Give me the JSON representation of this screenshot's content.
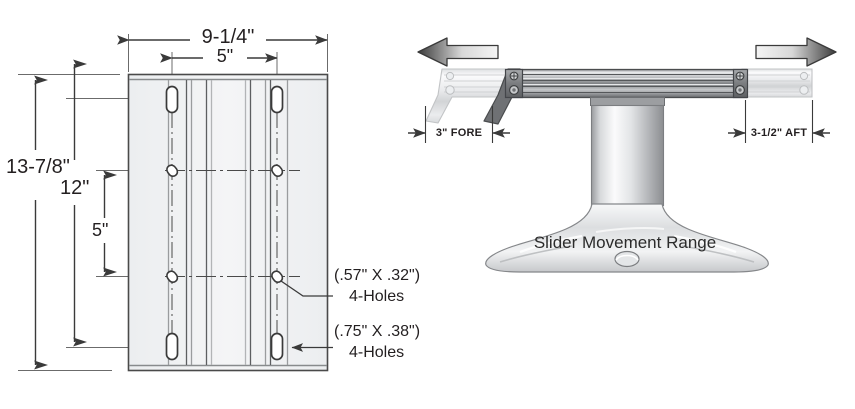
{
  "drawing": {
    "title_caption": "Slider Movement Range",
    "left_view": {
      "name": "mounting-plate-drilling-pattern",
      "dimensions": {
        "overall_width": "9-1/4\"",
        "inner_hole_spacing": "5\"",
        "overall_height": "13-7/8\"",
        "hole_span_height": "12\"",
        "mid_hole_spacing": "5\""
      },
      "callouts": [
        {
          "size": "(.57\" X .32\")",
          "count": "4-Holes"
        },
        {
          "size": "(.75\" X .38\")",
          "count": "4-Holes"
        }
      ]
    },
    "right_view": {
      "name": "slider-pedestal-side-view",
      "fore_label": "3\" FORE",
      "aft_label": "3-1/2\" AFT",
      "arrows": {
        "left": "arrow-left-fore",
        "right": "arrow-right-aft"
      }
    },
    "colors": {
      "line": "#3a3a3a",
      "text": "#231f20",
      "plate_fill": "#f0f1f2",
      "metal_light": "#fdfdfd",
      "metal_mid": "#c9cbcd",
      "metal_dark": "#6e7073",
      "ghost": "#e3e4e6"
    }
  }
}
